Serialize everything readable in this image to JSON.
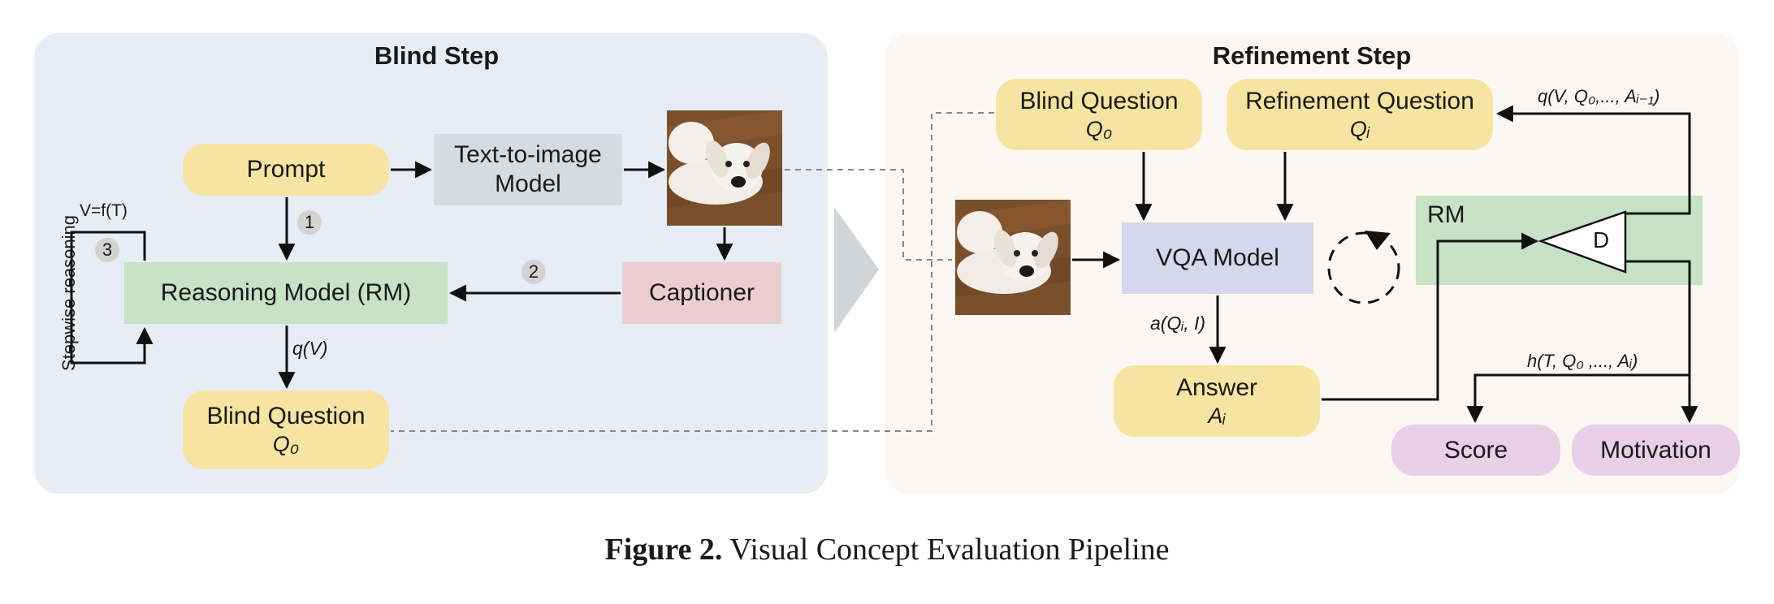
{
  "blind_step": {
    "title": "Blind Step",
    "prompt": "Prompt",
    "t2i_model": "Text-to-image Model",
    "captioner": "Captioner",
    "reasoning_model": "Reasoning Model (RM)",
    "blind_question": "Blind Question",
    "blind_question_sub": "Q₀",
    "step1": "1",
    "step2": "2",
    "step3": "3",
    "v_formula": "V=f(T)",
    "stepwise_label": "Stepwise reasoning",
    "qv_label": "q(V)"
  },
  "refinement_step": {
    "title": "Refinement Step",
    "blind_question": "Blind Question",
    "blind_question_sub": "Q₀",
    "refinement_question": "Refinement Question",
    "refinement_question_sub": "Qᵢ",
    "vqa_model": "VQA Model",
    "rm_label": "RM",
    "discriminator": "D",
    "answer": "Answer",
    "answer_sub": "Aᵢ",
    "score": "Score",
    "motivation": "Motivation",
    "a_label": "a(Qᵢ, I)",
    "q_label": "q(V, Q₀,..., Aᵢ₋₁)",
    "h_label": "h(T, Q₀ ,..., Aᵢ)"
  },
  "caption": {
    "label": "Figure 2.",
    "text": "Visual Concept Evaluation Pipeline"
  },
  "colors": {
    "blind_panel_bg": "#e7edf4",
    "refine_panel_bg": "#fcf7f0",
    "yellow_box": "#f6e4a2",
    "grey_box": "#d7dbdf",
    "green_box": "#c7e2c7",
    "pink_box": "#ebcdd2",
    "lavender_box": "#d6d6ec",
    "purple_box": "#e9cfe7"
  }
}
